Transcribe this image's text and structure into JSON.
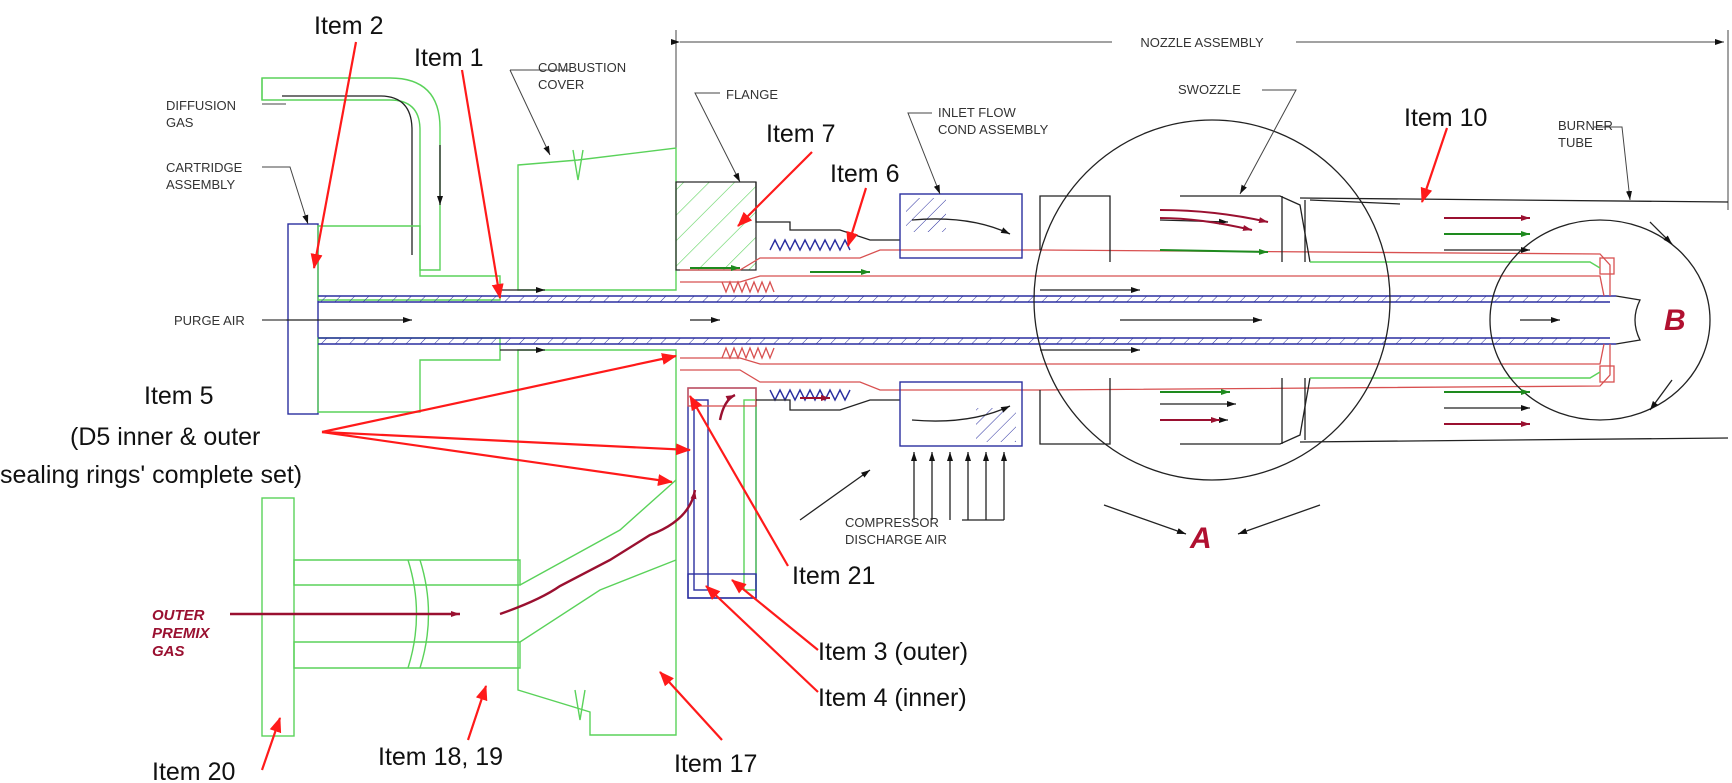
{
  "colors": {
    "metal_green": "#5ad25a",
    "fuel_blue": "#2a2fa0",
    "premix_red": "#d85050",
    "callout_red": "#ff1a1a",
    "flow_maroon": "#9a1030",
    "flow_green": "#1e8a1e"
  },
  "labels": {
    "nozzle_assembly": "NOZZLE ASSEMBLY",
    "combustion_cover_1": "COMBUSTION",
    "combustion_cover_2": "COVER",
    "flange": "FLANGE",
    "inlet_flow_1": "INLET FLOW",
    "inlet_flow_2": "COND ASSEMBLY",
    "swozzle": "SWOZZLE",
    "burner_tube_1": "BURNER",
    "burner_tube_2": "TUBE",
    "diffusion_gas_1": "DIFFUSION",
    "diffusion_gas_2": "GAS",
    "cartridge_1": "CARTRIDGE",
    "cartridge_2": "ASSEMBLY",
    "purge_air": "PURGE AIR",
    "compressor_1": "COMPRESSOR",
    "compressor_2": "DISCHARGE AIR",
    "outer_premix_1": "OUTER",
    "outer_premix_2": "PREMIX",
    "outer_premix_3": "GAS",
    "zone_a": "A",
    "zone_b": "B"
  },
  "items": {
    "item1": "Item 1",
    "item2": "Item 2",
    "item3": "Item 3 (outer)",
    "item4": "Item 4 (inner)",
    "item5_line1": "Item 5",
    "item5_line2": "(D5 inner & outer",
    "item5_line3": "sealing rings' complete set)",
    "item6": "Item 6",
    "item7": "Item 7",
    "item10": "Item 10",
    "item17": "Item 17",
    "item18_19": "Item 18, 19",
    "item20": "Item 20",
    "item21": "Item 21"
  }
}
